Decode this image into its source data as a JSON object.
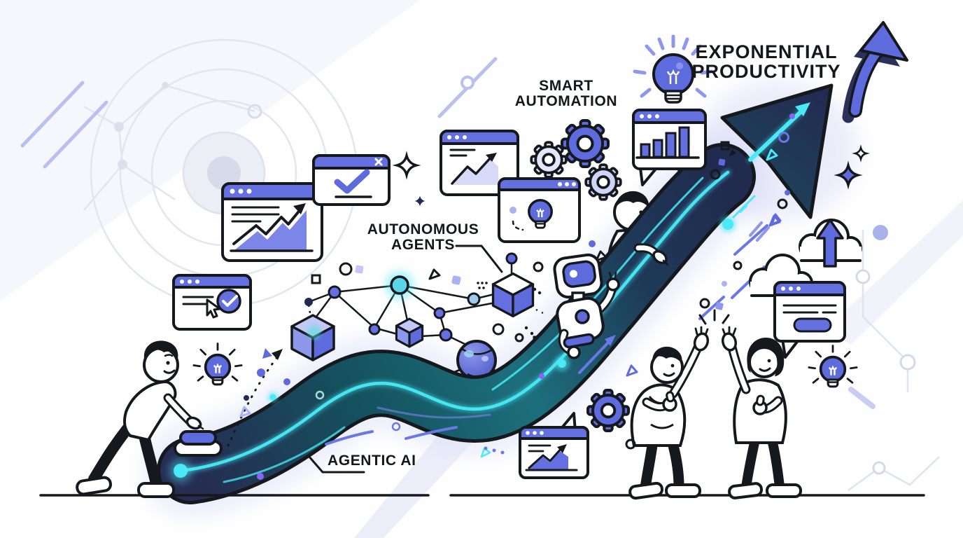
{
  "scene_title": "Agentic AI exponential productivity illustration",
  "labels": {
    "headline": {
      "line1": "EXPONENTIAL",
      "line2": "PRODUCTIVITY"
    },
    "smart_automation": {
      "line1": "SMART",
      "line2": "AUTOMATION"
    },
    "autonomous_agents": {
      "line1": "AUTONOMOUS",
      "line2": "AGENTS"
    },
    "agentic_ai": "AGENTIC AI"
  },
  "colors": {
    "indigo": "#5E6BDC",
    "indigo_mid": "#8D97EC",
    "lavender": "#C6CBF4",
    "navy": "#232A52",
    "teal": "#1D6F7D",
    "cyan": "#49E9F5",
    "ink": "#15181C",
    "chart_fill": "#7B86E8",
    "background": "#FEFEFE"
  },
  "icons": [
    "lightbulb-icon",
    "gear-icon",
    "cloud-upload-icon",
    "cloud-icon",
    "chat-window",
    "growth-chart-window",
    "check-window",
    "approval-window",
    "idea-window",
    "bar-chart-bubble",
    "mini-chart-bubble",
    "cube-icon",
    "network-node-icon",
    "sparkle-icon",
    "cursor-icon",
    "robot-icon",
    "sphere-robot-icon",
    "swoosh-arrow",
    "curved-arrow-icon",
    "start-button",
    "upload-arrow-icon",
    "check-icon"
  ]
}
